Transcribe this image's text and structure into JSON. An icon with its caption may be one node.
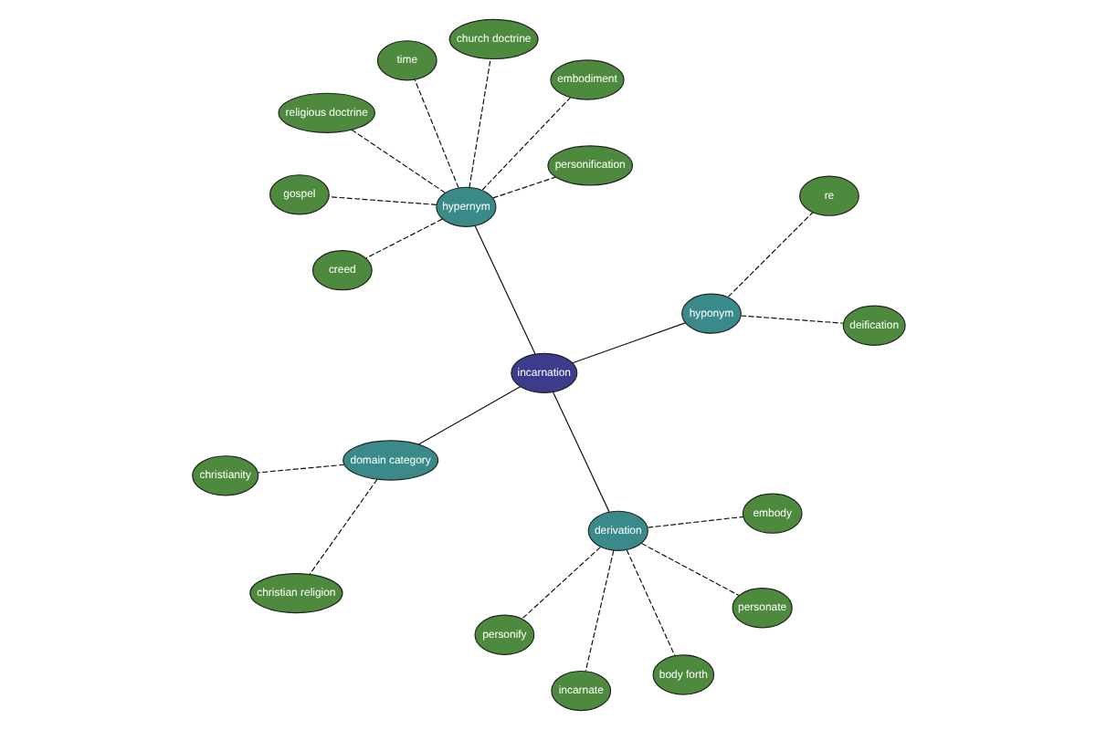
{
  "diagram": {
    "nodes": [
      {
        "text": [
          "christianity"
        ]
      },
      {
        "text": [
          "deification"
        ]
      },
      {
        "text": [
          "christian religion"
        ]
      },
      {
        "text": [
          "re"
        ]
      },
      {
        "text": [
          "domain category"
        ]
      },
      {
        "text": [
          "hyponym"
        ]
      },
      {
        "text": [
          "incarnate"
        ]
      },
      {
        "text": [
          "personate"
        ]
      },
      {
        "text": [
          "incarnation"
        ]
      },
      {
        "text": [
          "derivation"
        ]
      },
      {
        "text": [
          "body forth"
        ]
      },
      {
        "text": [
          "personify"
        ]
      },
      {
        "text": [
          "embody"
        ]
      },
      {
        "text": [
          "embodiment"
        ]
      },
      {
        "text": [
          "church doctrine"
        ]
      },
      {
        "text": [
          "hypernym"
        ]
      },
      {
        "text": [
          "personification"
        ]
      },
      {
        "text": [
          "religious doctrine"
        ]
      },
      {
        "text": [
          "gospel"
        ]
      },
      {
        "text": [
          "time"
        ]
      },
      {
        "text": [
          "creed"
        ]
      }
    ],
    "edges": [
      {
        "from": 8,
        "to": 4,
        "arrow": "none"
      },
      {
        "from": 8,
        "to": 5,
        "arrow": "none"
      },
      {
        "from": 8,
        "to": 9,
        "arrow": "none"
      },
      {
        "from": 8,
        "to": 15,
        "arrow": "none"
      },
      {
        "from": 4,
        "to": 0,
        "arrow": "none",
        "style": "dashed"
      },
      {
        "from": 4,
        "to": 2,
        "arrow": "none",
        "style": "dashed"
      },
      {
        "from": 5,
        "to": 1,
        "arrow": "none",
        "style": "dashed"
      },
      {
        "from": 5,
        "to": 3,
        "arrow": "none",
        "style": "dashed"
      },
      {
        "from": 9,
        "to": 6,
        "arrow": "none",
        "style": "dashed"
      },
      {
        "from": 9,
        "to": 7,
        "arrow": "none",
        "style": "dashed"
      },
      {
        "from": 9,
        "to": 10,
        "arrow": "none",
        "style": "dashed"
      },
      {
        "from": 9,
        "to": 11,
        "arrow": "none",
        "style": "dashed"
      },
      {
        "from": 9,
        "to": 12,
        "arrow": "none",
        "style": "dashed"
      },
      {
        "from": 15,
        "to": 13,
        "arrow": "none",
        "style": "dashed"
      },
      {
        "from": 15,
        "to": 14,
        "arrow": "none",
        "style": "dashed"
      },
      {
        "from": 15,
        "to": 16,
        "arrow": "none",
        "style": "dashed"
      },
      {
        "from": 15,
        "to": 17,
        "arrow": "none",
        "style": "dashed"
      },
      {
        "from": 15,
        "to": 18,
        "arrow": "none",
        "style": "dashed"
      },
      {
        "from": 15,
        "to": 19,
        "arrow": "none",
        "style": "dashed"
      },
      {
        "from": 15,
        "to": 20,
        "arrow": "none",
        "style": "dashed"
      }
    ]
  }
}
